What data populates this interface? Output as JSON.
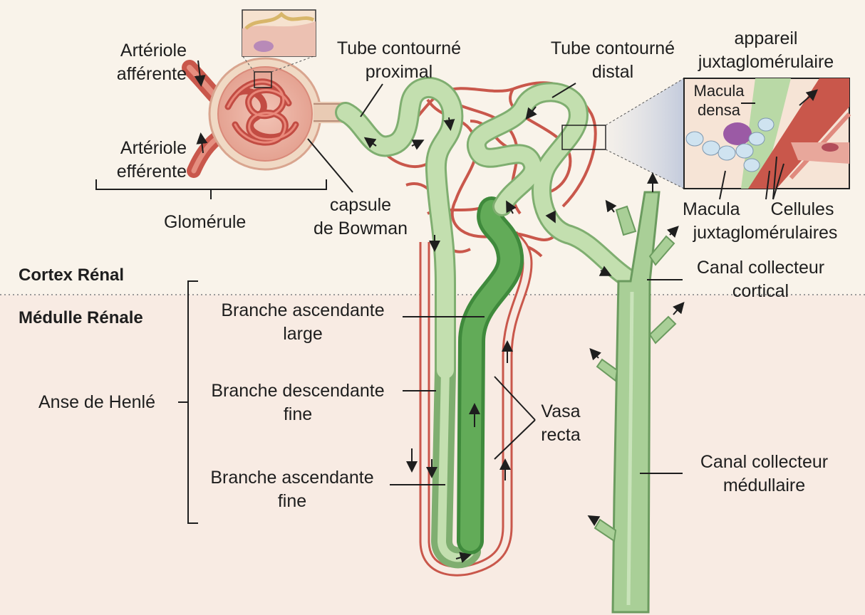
{
  "zones": {
    "cortex": "Cortex Rénal",
    "medulla": "Médulle Rénale"
  },
  "labels": {
    "arteriole_afferente": "Artériole\nafférente",
    "arteriole_efferente": "Artériole\nefférente",
    "glomerule": "Glomérule",
    "capsule_bowman": "capsule\nde Bowman",
    "tube_proximal": "Tube contourné\nproximal",
    "tube_distal": "Tube contourné\ndistal",
    "appareil_jg": "appareil\njuxtaglomérulaire",
    "macula_densa_inset": "Macula\ndensa",
    "macula_bottom": "Macula",
    "cellules_jg": "Cellules\njuxtaglomérulaires",
    "canal_cortical": "Canal collecteur\ncortical",
    "canal_medullaire": "Canal collecteur\nmédullaire",
    "branche_asc_large": "Branche ascendante\nlarge",
    "branche_desc_fine": "Branche descendante\nfine",
    "branche_asc_fine": "Branche ascendante\nfine",
    "anse_henle": "Anse de Henlé",
    "vasa_recta": "Vasa\nrecta"
  },
  "colors": {
    "background_cortex": "#f9f3ea",
    "background_medulla": "#f8ebe3",
    "vessel_red": "#cf5a4f",
    "tubule_light_green": "#b9d9a6",
    "tubule_dark_green": "#5fa556",
    "line": "#1e1e1e"
  }
}
